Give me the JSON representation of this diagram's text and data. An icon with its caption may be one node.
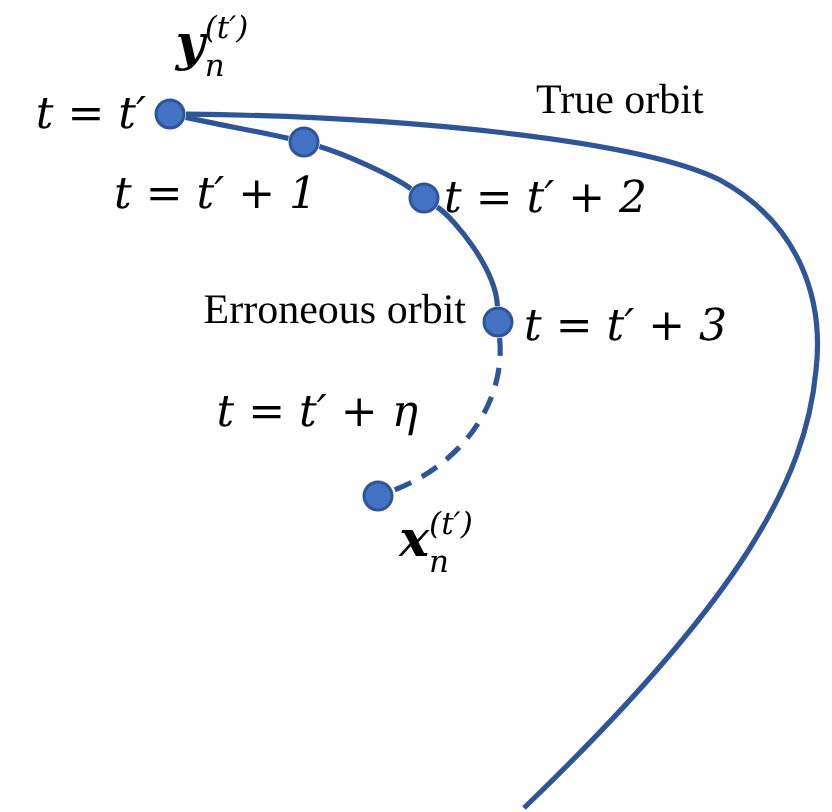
{
  "diagram": {
    "nodes": [
      {
        "text": [],
        "shape": "circle",
        "beside": [
          "**y**$_{n}$$^{(t′)}$",
          "t = t′"
        ]
      },
      {
        "text": [],
        "shape": "circle",
        "beside": [
          "t = t′ + 1"
        ]
      },
      {
        "text": [],
        "shape": "circle",
        "beside": [
          "t = t′ + 2"
        ]
      },
      {
        "text": [],
        "shape": "circle",
        "beside": [
          "t = t′ + 3"
        ]
      },
      {
        "text": [],
        "shape": "circle",
        "beside": [
          "t = t′ + η",
          "**x**$_{n}$$^{(t′)}$"
        ]
      }
    ],
    "edges": [
      {
        "from": 0,
        "to": 1,
        "arrow": "none"
      },
      {
        "from": 1,
        "to": 2,
        "arrow": "none"
      },
      {
        "from": 2,
        "to": 3,
        "arrow": "none"
      },
      {
        "from": 3,
        "to": 4,
        "arrow": "none",
        "style": "dashed"
      },
      {
        "from": 0,
        "to": null,
        "arrow": "none"
      }
    ],
    "labels": [
      "True orbit",
      "Erroneous orbit"
    ]
  }
}
